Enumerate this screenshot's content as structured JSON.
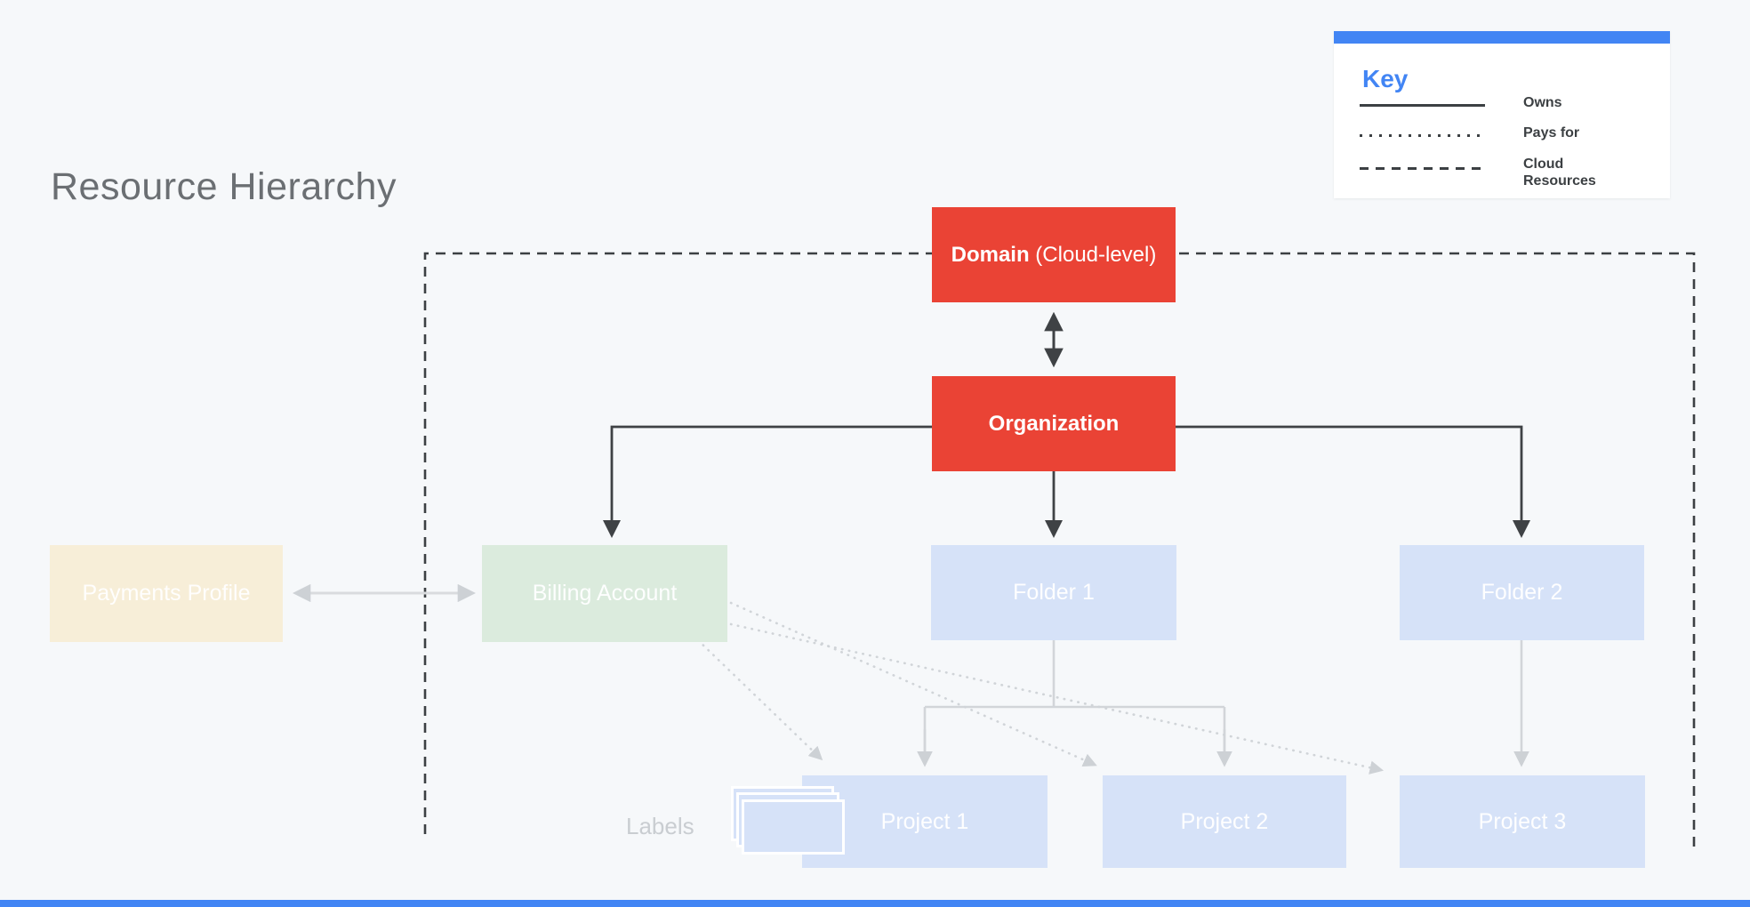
{
  "title": "Resource Hierarchy",
  "key": {
    "title": "Key",
    "items": [
      {
        "style": "solid",
        "label": "Owns"
      },
      {
        "style": "dotted",
        "label": "Pays for"
      },
      {
        "style": "dashed",
        "label": "Cloud Resources"
      }
    ]
  },
  "nodes": {
    "domain": {
      "label_bold": "Domain",
      "label_suffix": " (Cloud-level)"
    },
    "organization": {
      "label": "Organization"
    },
    "payments_profile": {
      "label": "Payments Profile"
    },
    "billing_account": {
      "label": "Billing Account"
    },
    "folder1": {
      "label": "Folder 1"
    },
    "folder2": {
      "label": "Folder 2"
    },
    "project1": {
      "label": "Project 1"
    },
    "project2": {
      "label": "Project 2"
    },
    "project3": {
      "label": "Project 3"
    }
  },
  "labels_caption": "Labels",
  "icons": {
    "labels": "stacked-cards-icon"
  },
  "colors": {
    "background": "#F6F8FA",
    "accent_blue": "#4285F4",
    "node_red": "#EA4335",
    "node_blue": "#D6E2F8",
    "node_green": "#DBEBDD",
    "node_cream": "#F7EED8",
    "dark_line": "#3C4043",
    "light_line": "#D2D5D9"
  }
}
